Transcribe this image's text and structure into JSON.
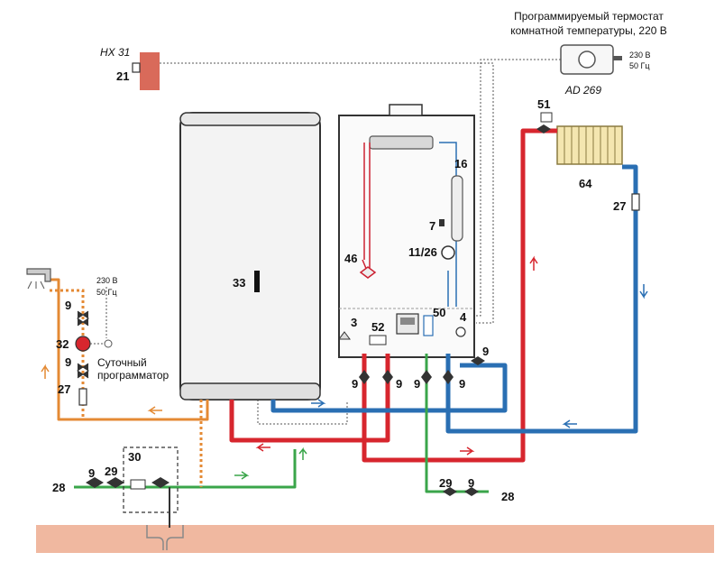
{
  "colors": {
    "hot": "#d7262e",
    "cold_return": "#2a6fb3",
    "green_water": "#3aa54a",
    "dhw": "#e48a34",
    "floor": "#f0b8a0",
    "wall": "#d96a5a"
  },
  "thermostat": {
    "caption_line1": "Программируемый термостат",
    "caption_line2": "комнатной температуры, 220 В",
    "model": "AD 269",
    "power_line1": "230 В",
    "power_line2": "50 Гц"
  },
  "sensor": {
    "model": "HX 31",
    "number": "21"
  },
  "pump_circuit": {
    "power_line1": "230 В",
    "power_line2": "50 Гц",
    "timer_line1": "Суточный",
    "timer_line2": "программатор"
  },
  "labels": {
    "n3": "3",
    "n4": "4",
    "n7": "7",
    "n9": "9",
    "n11_26": "11/26",
    "n16": "16",
    "n27": "27",
    "n28": "28",
    "n29": "29",
    "n30": "30",
    "n32": "32",
    "n33": "33",
    "n46": "46",
    "n50": "50",
    "n51": "51",
    "n52": "52",
    "n64": "64"
  }
}
